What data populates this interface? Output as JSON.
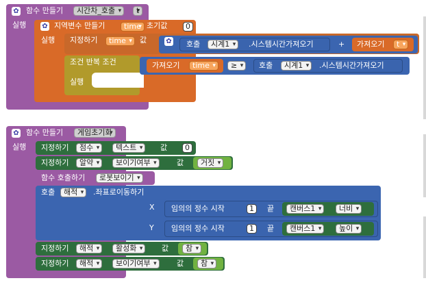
{
  "block1": {
    "header": "함수 만들기",
    "func_name": "시간차_호출",
    "param": "t",
    "do_label": "실행",
    "local_var_label": "지역변수 만들기",
    "local_var_name": "time",
    "init_label": "초기값",
    "init_value": "0",
    "inner_do_label": "실행",
    "set_label": "지정하기",
    "set_var": "time",
    "value_label": "값",
    "call_label": "호출",
    "clock1": "시계1",
    "system_time": ".시스템시간가져오기",
    "plus": "+",
    "get_label": "가져오기",
    "get_t": "t",
    "while_label": "조건 반복 조건",
    "get_time": "time",
    "cmp": "≥",
    "clock2": "시계1",
    "system_time2": ".시스템시간가져오기",
    "while_do": "실행"
  },
  "block2": {
    "header": "함수 만들기",
    "func_name": "게임초기화",
    "do_label": "실행",
    "row1": {
      "set": "지정하기",
      "comp": "점수",
      "prop": "텍스트",
      "value_label": "값",
      "value": "0"
    },
    "row2": {
      "set": "지정하기",
      "comp": "알약",
      "prop": "보이기여부",
      "value_label": "값",
      "value": "거짓"
    },
    "row3": {
      "call": "함수 호출하기",
      "func": "로봇보이기"
    },
    "row4": {
      "call": "호출",
      "comp": "해적",
      "method": ".좌표로이동하기",
      "x_label": "X",
      "y_label": "Y"
    },
    "rand_x": {
      "label": "임의의 정수 시작",
      "from": "1",
      "to_label": "끝",
      "canvas": "캔버스1",
      "prop": "너비"
    },
    "rand_y": {
      "label": "임의의 정수 시작",
      "from": "1",
      "to_label": "끝",
      "canvas": "캔버스1",
      "prop": "높이"
    },
    "row5": {
      "set": "지정하기",
      "comp": "해적",
      "prop": "활성화",
      "value_label": "값",
      "value": "참"
    },
    "row6": {
      "set": "지정하기",
      "comp": "해적",
      "prop": "보이기여부",
      "value_label": "값",
      "value": "참"
    }
  },
  "icons": {
    "gear": "gear-icon"
  },
  "colors": {
    "procedure": "#9b5aa3",
    "local_var": "#d96a28",
    "control": "#b19a2b",
    "component": "#3b65b0",
    "setter": "#2e6e3d",
    "logic": "#71b241"
  }
}
